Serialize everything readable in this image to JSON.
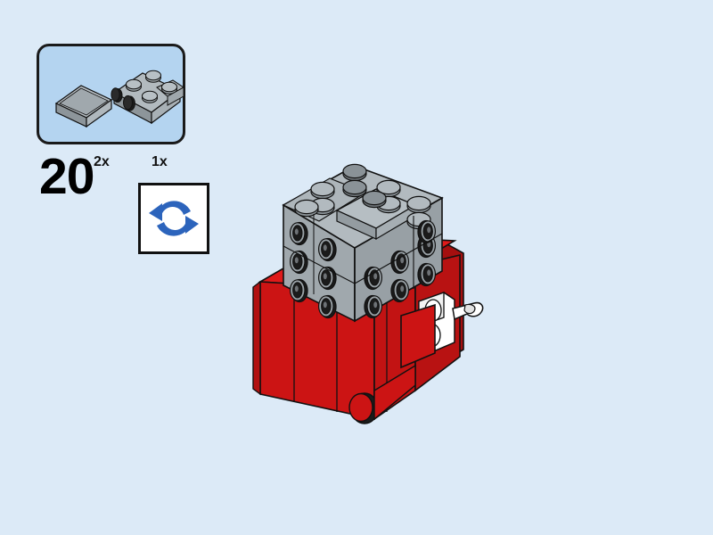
{
  "page": {
    "background_color": "#dceaf7",
    "kind": "lego-build-instruction-step"
  },
  "parts_box": {
    "background_color": "#b4d4f0",
    "border_color": "#1a1a1a",
    "parts": [
      {
        "name": "tile-1x2-light-gray",
        "quantity_label": "2x",
        "color": "#a0a8ad",
        "description": "1x2 smooth tile, light bluish gray"
      },
      {
        "name": "plate-2x2-with-side-studs-light-gray",
        "quantity_label": "1x",
        "color": "#a0a8ad",
        "stud_color": "#1b1b1b",
        "description": "2x2 plate with two studs on side, light bluish gray"
      }
    ]
  },
  "step": {
    "number_label": "20"
  },
  "rotate_icon": {
    "name": "rotate-model-icon",
    "arrow_color": "#2c64bc",
    "box_background": "#ffffff",
    "box_border": "#111111"
  },
  "model": {
    "title": "partially-built-lego-model",
    "colors": {
      "red": "#cc1414",
      "red_dark": "#a50f0f",
      "red_light": "#e01a1a",
      "gray": "#a0a8ad",
      "gray_dark": "#848c91",
      "gray_light": "#b8bfc4",
      "black": "#1b1b1b",
      "white": "#ffffff",
      "white_shade": "#dddddd",
      "outline": "#111111"
    },
    "sections": [
      {
        "name": "upper-gray-assembly",
        "color": "#a0a8ad",
        "feature": "snot-bricks-with-side-studs"
      },
      {
        "name": "lower-red-body",
        "color": "#cc1414",
        "feature": "red-panels-and-bricks"
      },
      {
        "name": "white-bracket-with-clip",
        "color": "#ffffff",
        "feature": "clip-handle-right-side"
      },
      {
        "name": "black-round-element-bottom",
        "color": "#1b1b1b",
        "feature": "round-stud-bottom"
      }
    ]
  }
}
